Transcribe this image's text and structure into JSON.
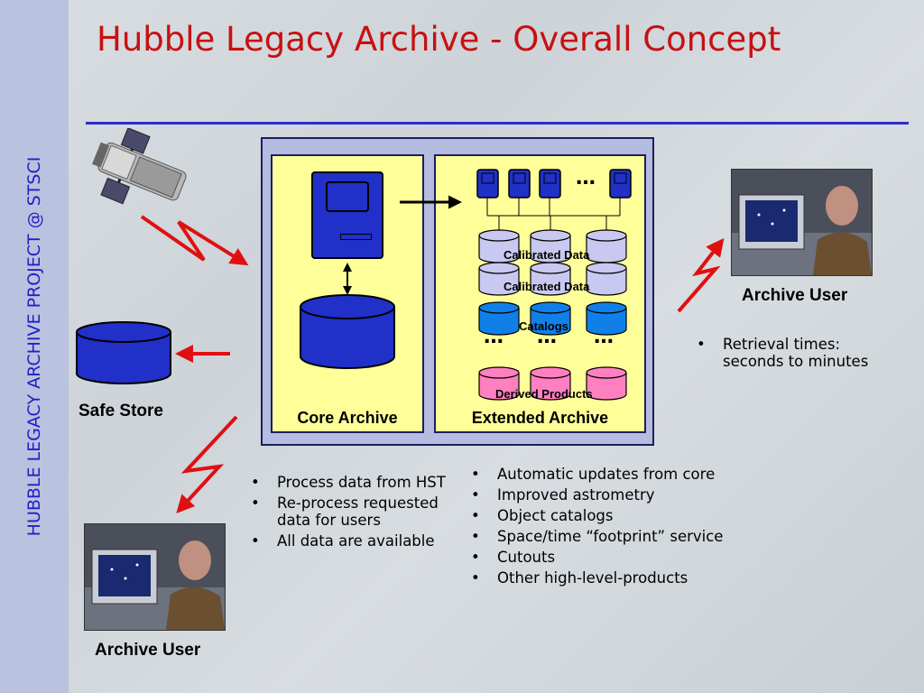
{
  "sidebar": {
    "text": "HUBBLE LEGACY ARCHIVE PROJECT @ STSCI"
  },
  "title": "Hubble Legacy Archive - Overall Concept",
  "diagram": {
    "core_label": "Core Archive",
    "extended_label": "Extended Archive",
    "row_labels": [
      "Calibrated Data",
      "Calibrated Data",
      "Catalogs",
      "Derived Products"
    ],
    "ellipsis": "…"
  },
  "safe_store": {
    "label": "Safe Store"
  },
  "archive_user_right": {
    "label": "Archive User"
  },
  "archive_user_left": {
    "label": "Archive User"
  },
  "right_bullets": [
    "Retrieval times: seconds to minutes"
  ],
  "core_bullets": [
    "Process data from HST",
    "Re-process requested data for users",
    "All data are available"
  ],
  "extended_bullets": [
    "Automatic updates from core",
    "Improved astrometry",
    "Object catalogs",
    "Space/time “footprint” service",
    "Cutouts",
    "Other high-level-products"
  ],
  "colors": {
    "title": "#c81010",
    "sidebar_text": "#2020c8",
    "panel": "#ffff99",
    "frame": "#b4bce0",
    "arrow": "#e01010",
    "blue": "#2030c8",
    "pink": "#ff80c0",
    "lavender": "#c8c8f0"
  },
  "icons": [
    "hubble-telescope-icon",
    "lightning-arrow-icon",
    "computer-terminal-icon",
    "database-cylinder-icon"
  ]
}
